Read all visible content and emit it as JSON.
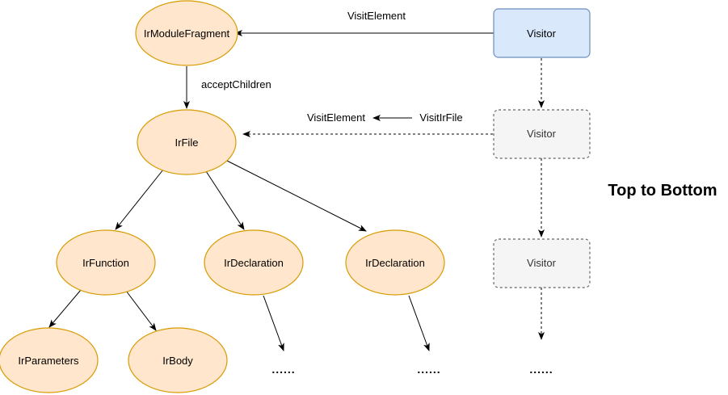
{
  "nodes": {
    "module_fragment": "IrModuleFragment",
    "file": "IrFile",
    "function": "IrFunction",
    "declaration_1": "IrDeclaration",
    "declaration_2": "IrDeclaration",
    "parameters": "IrParameters",
    "body": "IrBody"
  },
  "visitors": {
    "primary": "Visitor",
    "second": "Visitor",
    "third": "Visitor"
  },
  "edge_labels": {
    "visit_element_top": "VisitElement",
    "accept_children": "acceptChildren",
    "visit_element_mid": "VisitElement",
    "visit_ir_file": "VisitIrFile"
  },
  "continuation": {
    "dots_1": "......",
    "dots_2": "......",
    "dots_3": "......"
  },
  "heading": "Top to Bottom",
  "colors": {
    "node_fill": "#ffe6cc",
    "node_stroke": "#d79b00",
    "visitor_fill": "#dae8fc",
    "visitor_stroke": "#6c8ebf",
    "ghost_fill": "#f5f5f5",
    "ghost_stroke": "#666666"
  }
}
